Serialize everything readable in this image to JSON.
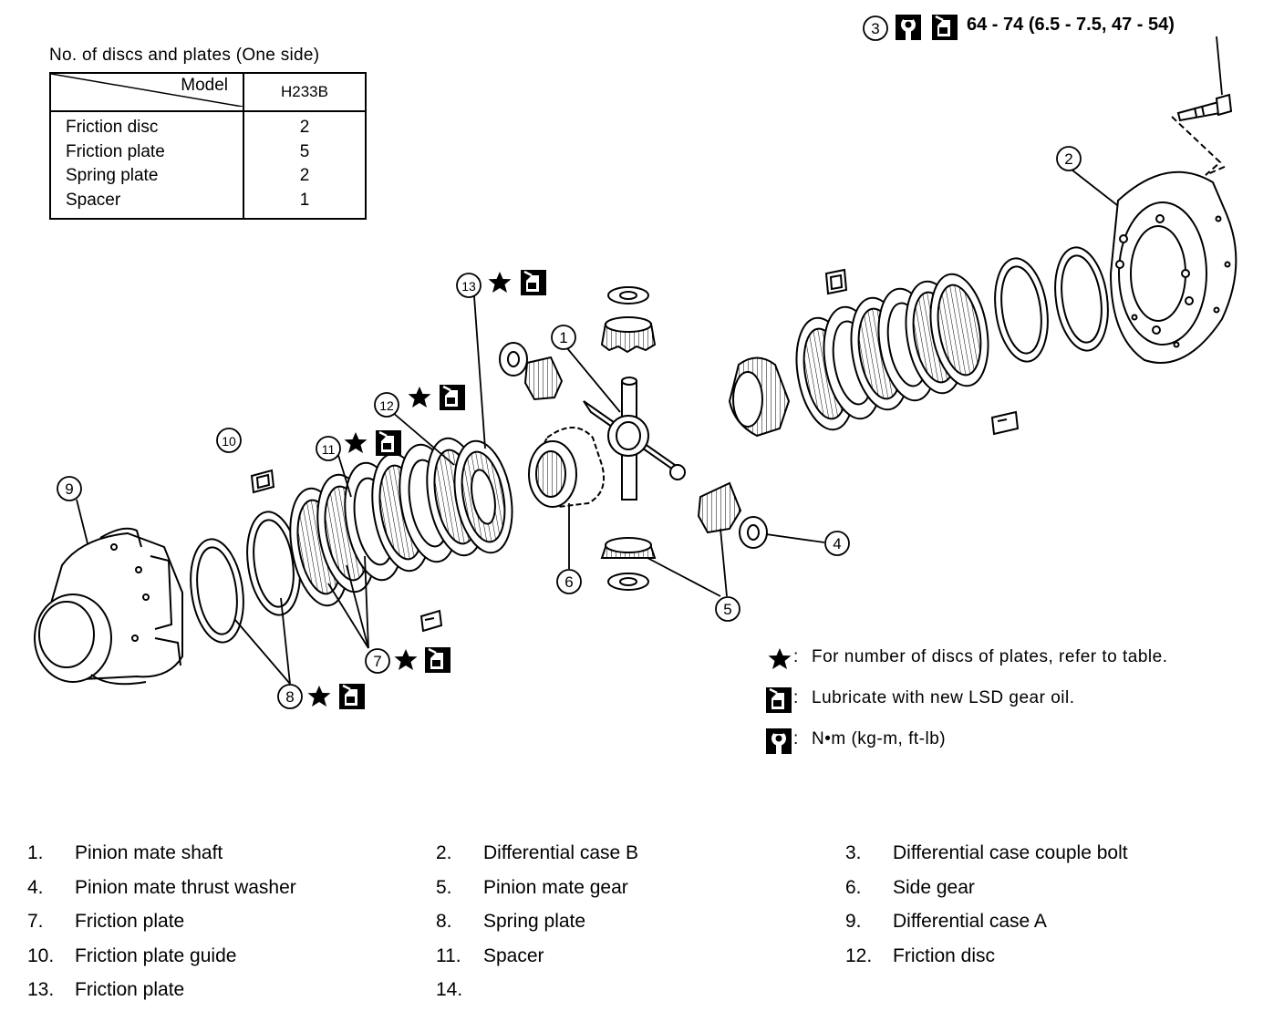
{
  "table": {
    "title": "No. of discs and plates (One side)",
    "corner_label": "Model",
    "model": "H233B",
    "rows": [
      {
        "name": "Friction disc",
        "value": "2"
      },
      {
        "name": "Friction plate",
        "value": "5"
      },
      {
        "name": "Spring plate",
        "value": "2"
      },
      {
        "name": "Spacer",
        "value": "1"
      }
    ]
  },
  "torque_spec": "64 - 74 (6.5 - 7.5, 47 - 54)",
  "callouts": [
    "1",
    "2",
    "3",
    "4",
    "5",
    "6",
    "7",
    "8",
    "9",
    "10",
    "11",
    "12",
    "13"
  ],
  "legend": [
    {
      "symbol": "star-icon",
      "text": "For number of discs of plates, refer to table."
    },
    {
      "symbol": "oil-can-icon",
      "text": "Lubricate with new LSD gear oil."
    },
    {
      "symbol": "torque-wrench-icon",
      "text": "N•m (kg-m, ft-lb)"
    }
  ],
  "parts": [
    {
      "num": "1.",
      "label": "Pinion mate shaft"
    },
    {
      "num": "2.",
      "label": "Differential case B"
    },
    {
      "num": "3.",
      "label": "Differential case couple bolt"
    },
    {
      "num": "4.",
      "label": "Pinion mate thrust washer"
    },
    {
      "num": "5.",
      "label": "Pinion mate gear"
    },
    {
      "num": "6.",
      "label": "Side gear"
    },
    {
      "num": "7.",
      "label": "Friction plate"
    },
    {
      "num": "8.",
      "label": "Spring plate"
    },
    {
      "num": "9.",
      "label": "Differential case A"
    },
    {
      "num": "10.",
      "label": "Friction plate guide"
    },
    {
      "num": "11.",
      "label": "Spacer"
    },
    {
      "num": "12.",
      "label": "Friction disc"
    },
    {
      "num": "13.",
      "label": "Friction plate"
    },
    {
      "num": "14.",
      "label": ""
    }
  ]
}
